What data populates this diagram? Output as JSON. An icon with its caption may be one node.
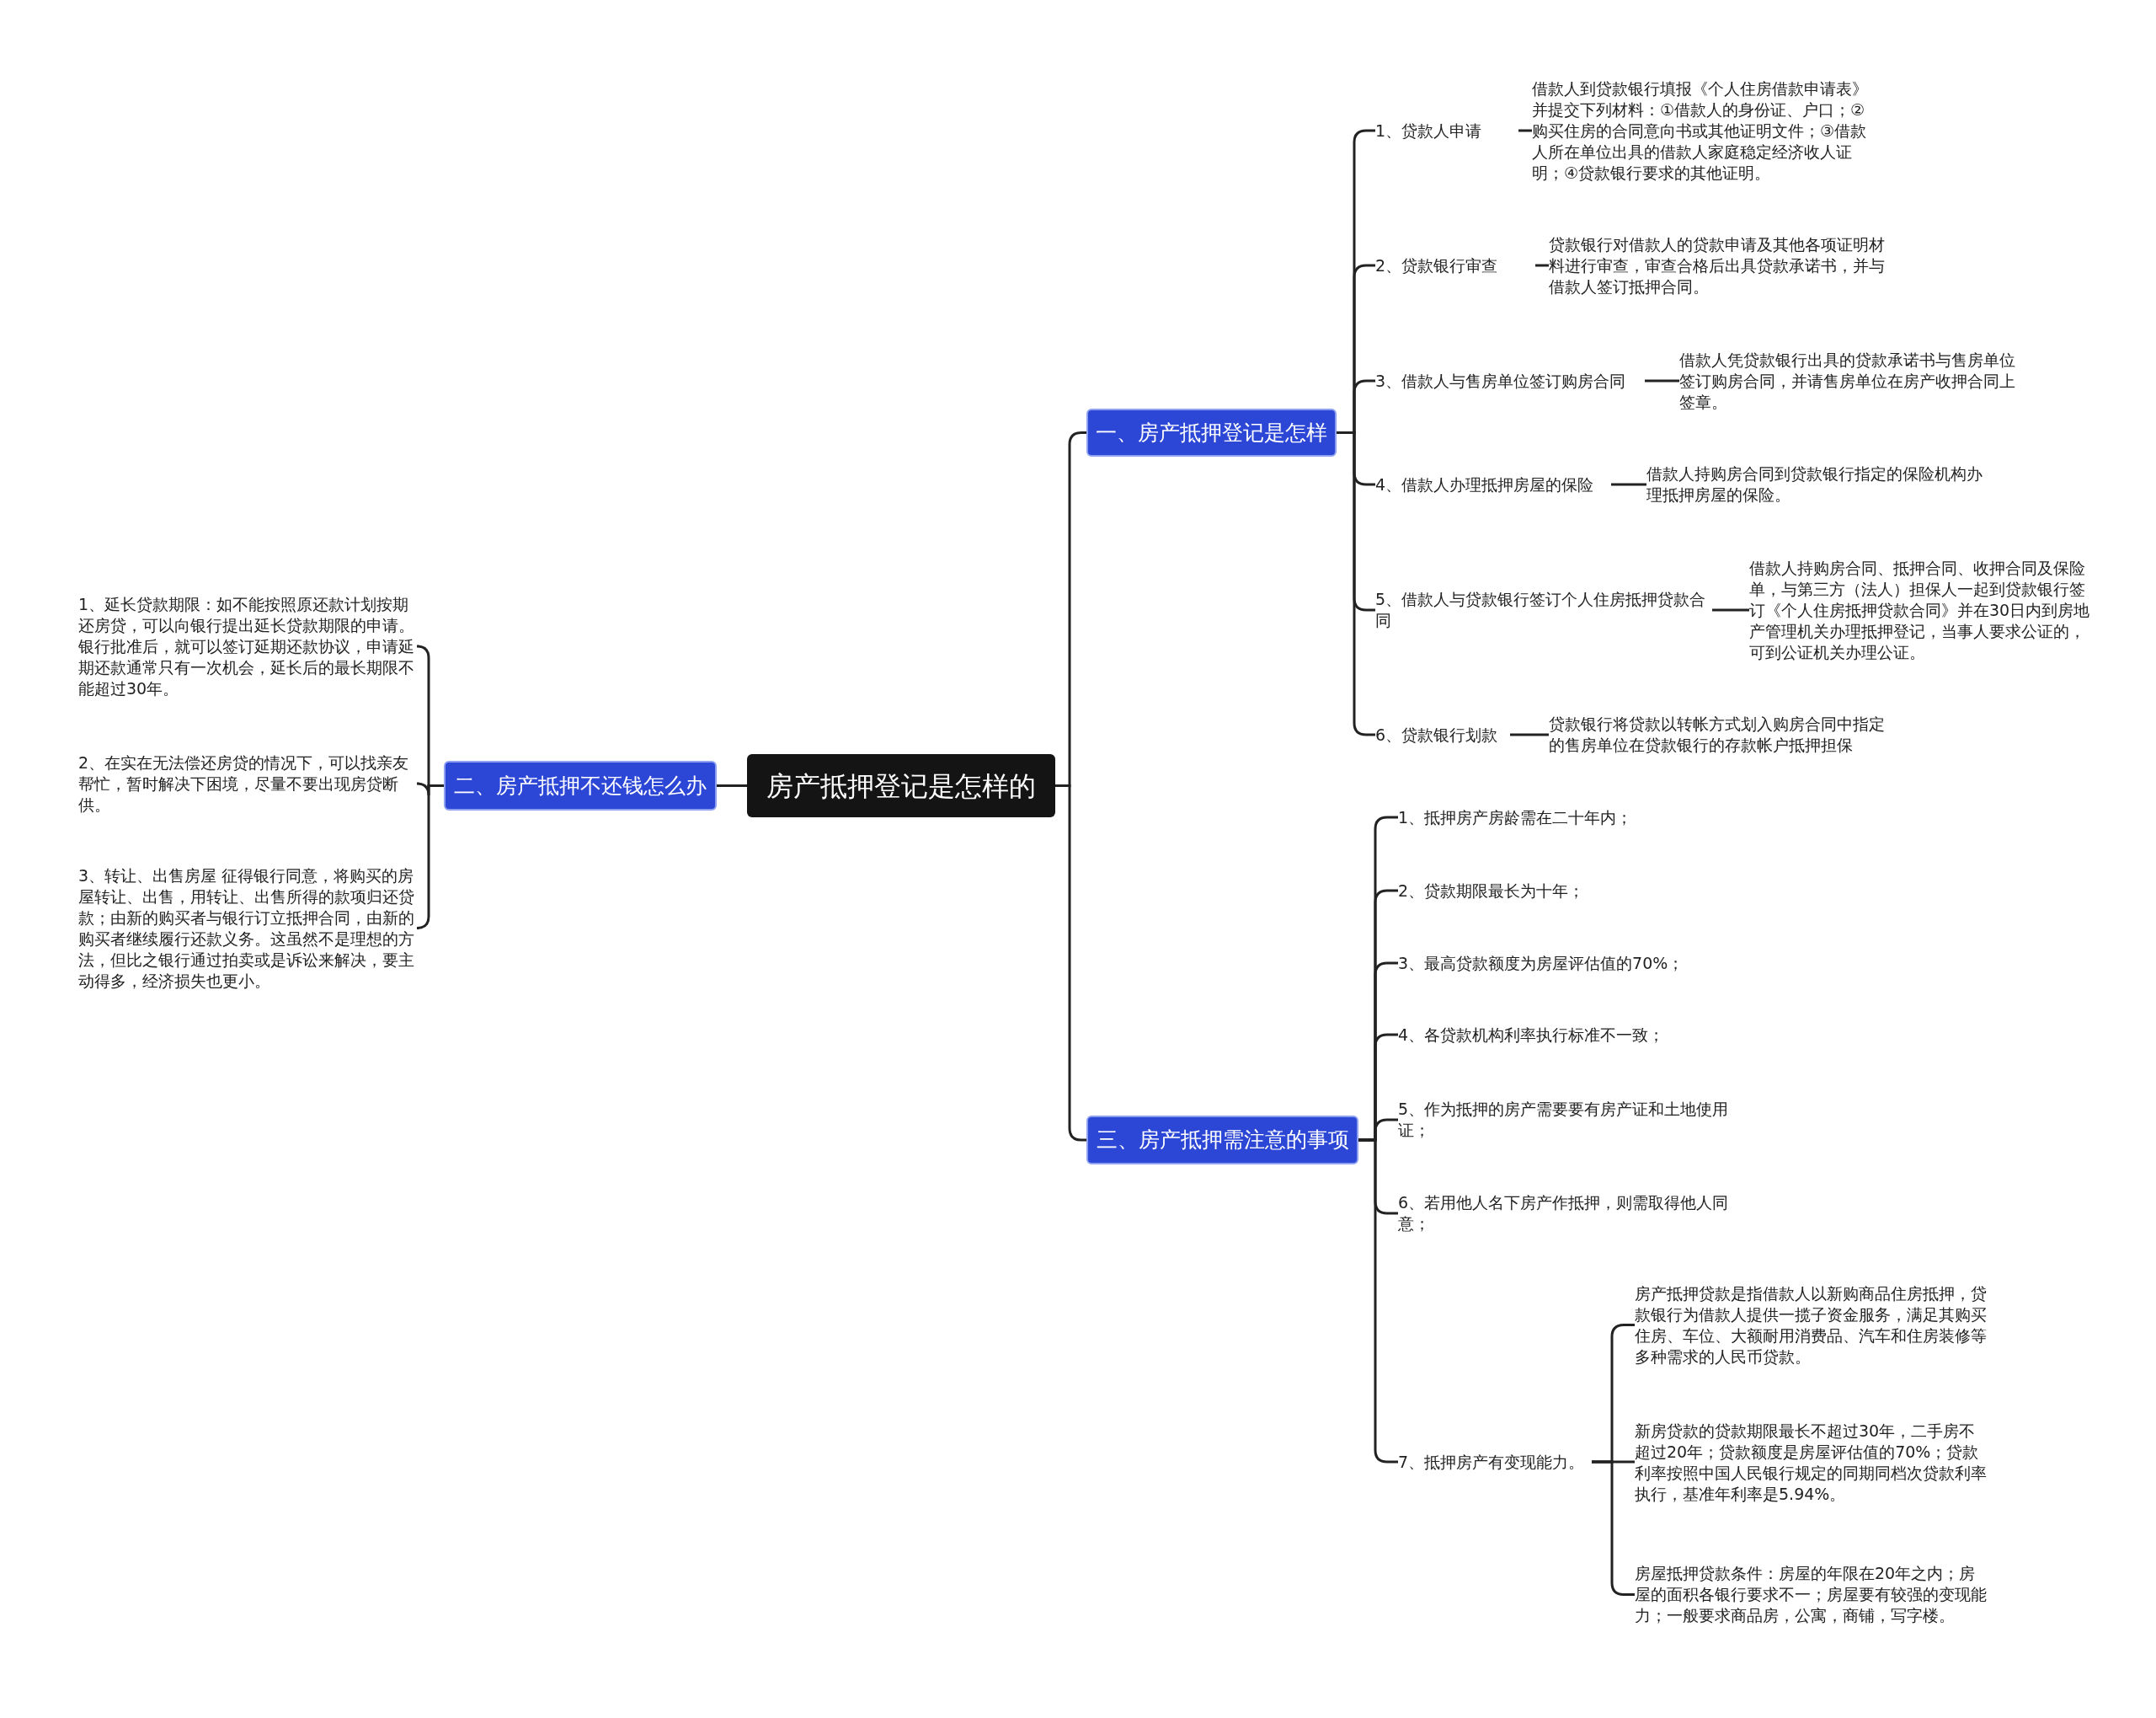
{
  "diagram": {
    "nodes": [
      {
        "text": [
          "房产抵押登记是怎样的"
        ]
      },
      {
        "text": [
          "一、房产抵押登记是怎样"
        ]
      },
      {
        "text": [
          "1、贷款人申请"
        ]
      },
      {
        "text": [
          "借款人到贷款银行填报《个人住房借款申请表》并提交下列材料：①借款人的身份证、户口；②购买住房的合同意向书或其他证明文件；③借款人所在单位出具的借款人家庭稳定经济收人证明；④贷款银行要求的其他证明。"
        ]
      },
      {
        "text": [
          "2、贷款银行审查"
        ]
      },
      {
        "text": [
          "贷款银行对借款人的贷款申请及其他各项证明材料进行审查，审查合格后出具贷款承诺书，并与借款人签订抵押合同。"
        ]
      },
      {
        "text": [
          "3、借款人与售房单位签订购房合同"
        ]
      },
      {
        "text": [
          "借款人凭贷款银行出具的贷款承诺书与售房单位签订购房合同，并请售房单位在房产收押合同上签章。"
        ]
      },
      {
        "text": [
          "4、借款人办理抵押房屋的保险"
        ]
      },
      {
        "text": [
          "借款人持购房合同到贷款银行指定的保险机构办理抵押房屋的保险。"
        ]
      },
      {
        "text": [
          "5、借款人与贷款银行签订个人住房抵押贷款合同"
        ]
      },
      {
        "text": [
          "借款人持购房合同、抵押合同、收押合同及保险单，与第三方（法人）担保人一起到贷款银行签订《个人住房抵押贷款合同》并在30日内到房地产管理机关办理抵押登记，当事人要求公证的，可到公证机关办理公证。"
        ]
      },
      {
        "text": [
          "6、贷款银行划款"
        ]
      },
      {
        "text": [
          "贷款银行将贷款以转帐方式划入购房合同中指定的售房单位在贷款银行的存款帐户抵押担保"
        ]
      },
      {
        "text": [
          "二、房产抵押不还钱怎么办"
        ]
      },
      {
        "text": [
          "1、延长贷款期限：如不能按照原还款计划按期还房贷，可以向银行提出延长贷款期限的申请。银行批准后，就可以签订延期还款协议，申请延期还款通常只有一次机会，延长后的最长期限不能超过30年。"
        ]
      },
      {
        "text": [
          "2、在实在无法偿还房贷的情况下，可以找亲友帮忙，暂时解决下困境，尽量不要出现房贷断供。"
        ]
      },
      {
        "text": [
          "3、转让、出售房屋 征得银行同意，将购买的房屋转让、出售，用转让、出售所得的款项归还贷款；由新的购买者与银行订立抵押合同，由新的购买者继续履行还款义务。这虽然不是理想的方法，但比之银行通过拍卖或是诉讼来解决，要主动得多，经济损失也更小。"
        ]
      },
      {
        "text": [
          "三、房产抵押需注意的事项"
        ]
      },
      {
        "text": [
          "1、抵押房产房龄需在二十年内；"
        ]
      },
      {
        "text": [
          "2、贷款期限最长为十年；"
        ]
      },
      {
        "text": [
          "3、最高贷款额度为房屋评估值的70%；"
        ]
      },
      {
        "text": [
          "4、各贷款机构利率执行标准不一致；"
        ]
      },
      {
        "text": [
          "5、作为抵押的房产需要要有房产证和土地使用证；"
        ]
      },
      {
        "text": [
          "6、若用他人名下房产作抵押，则需取得他人同意；"
        ]
      },
      {
        "text": [
          "7、抵押房产有变现能力。"
        ]
      },
      {
        "text": [
          "房产抵押贷款是指借款人以新购商品住房抵押，贷款银行为借款人提供一揽子资金服务，满足其购买住房、车位、大额耐用消费品、汽车和住房装修等多种需求的人民币贷款。"
        ]
      },
      {
        "text": [
          "新房贷款的贷款期限最长不超过30年，二手房不超过20年；贷款额度是房屋评估值的70%；贷款利率按照中国人民银行规定的同期同档次贷款利率执行，基准年利率是5.94%。"
        ]
      },
      {
        "text": [
          "房屋抵押贷款条件：房屋的年限在20年之内；房屋的面积各银行要求不一；房屋要有较强的变现能力；一般要求商品房，公寓，商铺，写字楼。"
        ]
      }
    ],
    "edges": [
      {
        "from": 0,
        "to": 1,
        "arrow": "none"
      },
      {
        "from": 1,
        "to": 2,
        "arrow": "none"
      },
      {
        "from": 2,
        "to": 3,
        "arrow": "none"
      },
      {
        "from": 1,
        "to": 4,
        "arrow": "none"
      },
      {
        "from": 4,
        "to": 5,
        "arrow": "none"
      },
      {
        "from": 1,
        "to": 6,
        "arrow": "none"
      },
      {
        "from": 6,
        "to": 7,
        "arrow": "none"
      },
      {
        "from": 1,
        "to": 8,
        "arrow": "none"
      },
      {
        "from": 8,
        "to": 9,
        "arrow": "none"
      },
      {
        "from": 1,
        "to": 10,
        "arrow": "none"
      },
      {
        "from": 10,
        "to": 11,
        "arrow": "none"
      },
      {
        "from": 1,
        "to": 12,
        "arrow": "none"
      },
      {
        "from": 12,
        "to": 13,
        "arrow": "none"
      },
      {
        "from": 0,
        "to": 14,
        "arrow": "none"
      },
      {
        "from": 14,
        "to": 15,
        "arrow": "none"
      },
      {
        "from": 14,
        "to": 16,
        "arrow": "none"
      },
      {
        "from": 14,
        "to": 17,
        "arrow": "none"
      },
      {
        "from": 0,
        "to": 18,
        "arrow": "none"
      },
      {
        "from": 18,
        "to": 19,
        "arrow": "none"
      },
      {
        "from": 18,
        "to": 20,
        "arrow": "none"
      },
      {
        "from": 18,
        "to": 21,
        "arrow": "none"
      },
      {
        "from": 18,
        "to": 22,
        "arrow": "none"
      },
      {
        "from": 18,
        "to": 23,
        "arrow": "none"
      },
      {
        "from": 18,
        "to": 24,
        "arrow": "none"
      },
      {
        "from": 18,
        "to": 25,
        "arrow": "none"
      },
      {
        "from": 25,
        "to": 26,
        "arrow": "none"
      },
      {
        "from": 25,
        "to": 27,
        "arrow": "none"
      },
      {
        "from": 25,
        "to": 28,
        "arrow": "none"
      }
    ]
  }
}
